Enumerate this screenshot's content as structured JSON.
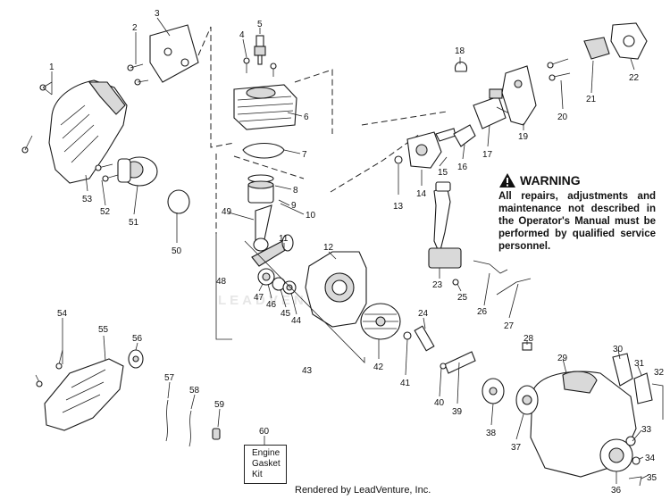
{
  "warning": {
    "title": "WARNING",
    "text": "All repairs, adjustments and maintenance not described in the Operator's Manual must be performed by qualified service personnel."
  },
  "kit": {
    "callout": "60",
    "lines": [
      "Engine",
      "Gasket",
      "Kit"
    ]
  },
  "credit": "Rendered by LeadVenture, Inc.",
  "watermark": "LEADVENTURE",
  "callouts": [
    "1",
    "2",
    "3",
    "4",
    "5",
    "6",
    "7",
    "8",
    "9",
    "10",
    "11",
    "12",
    "13",
    "14",
    "15",
    "16",
    "17",
    "18",
    "19",
    "20",
    "21",
    "22",
    "23",
    "24",
    "25",
    "26",
    "27",
    "28",
    "29",
    "30",
    "31",
    "32",
    "33",
    "34",
    "35",
    "36",
    "37",
    "38",
    "39",
    "40",
    "41",
    "42",
    "43",
    "44",
    "45",
    "46",
    "47",
    "48",
    "49",
    "50",
    "51",
    "52",
    "53",
    "54",
    "55",
    "56",
    "57",
    "58",
    "59"
  ]
}
